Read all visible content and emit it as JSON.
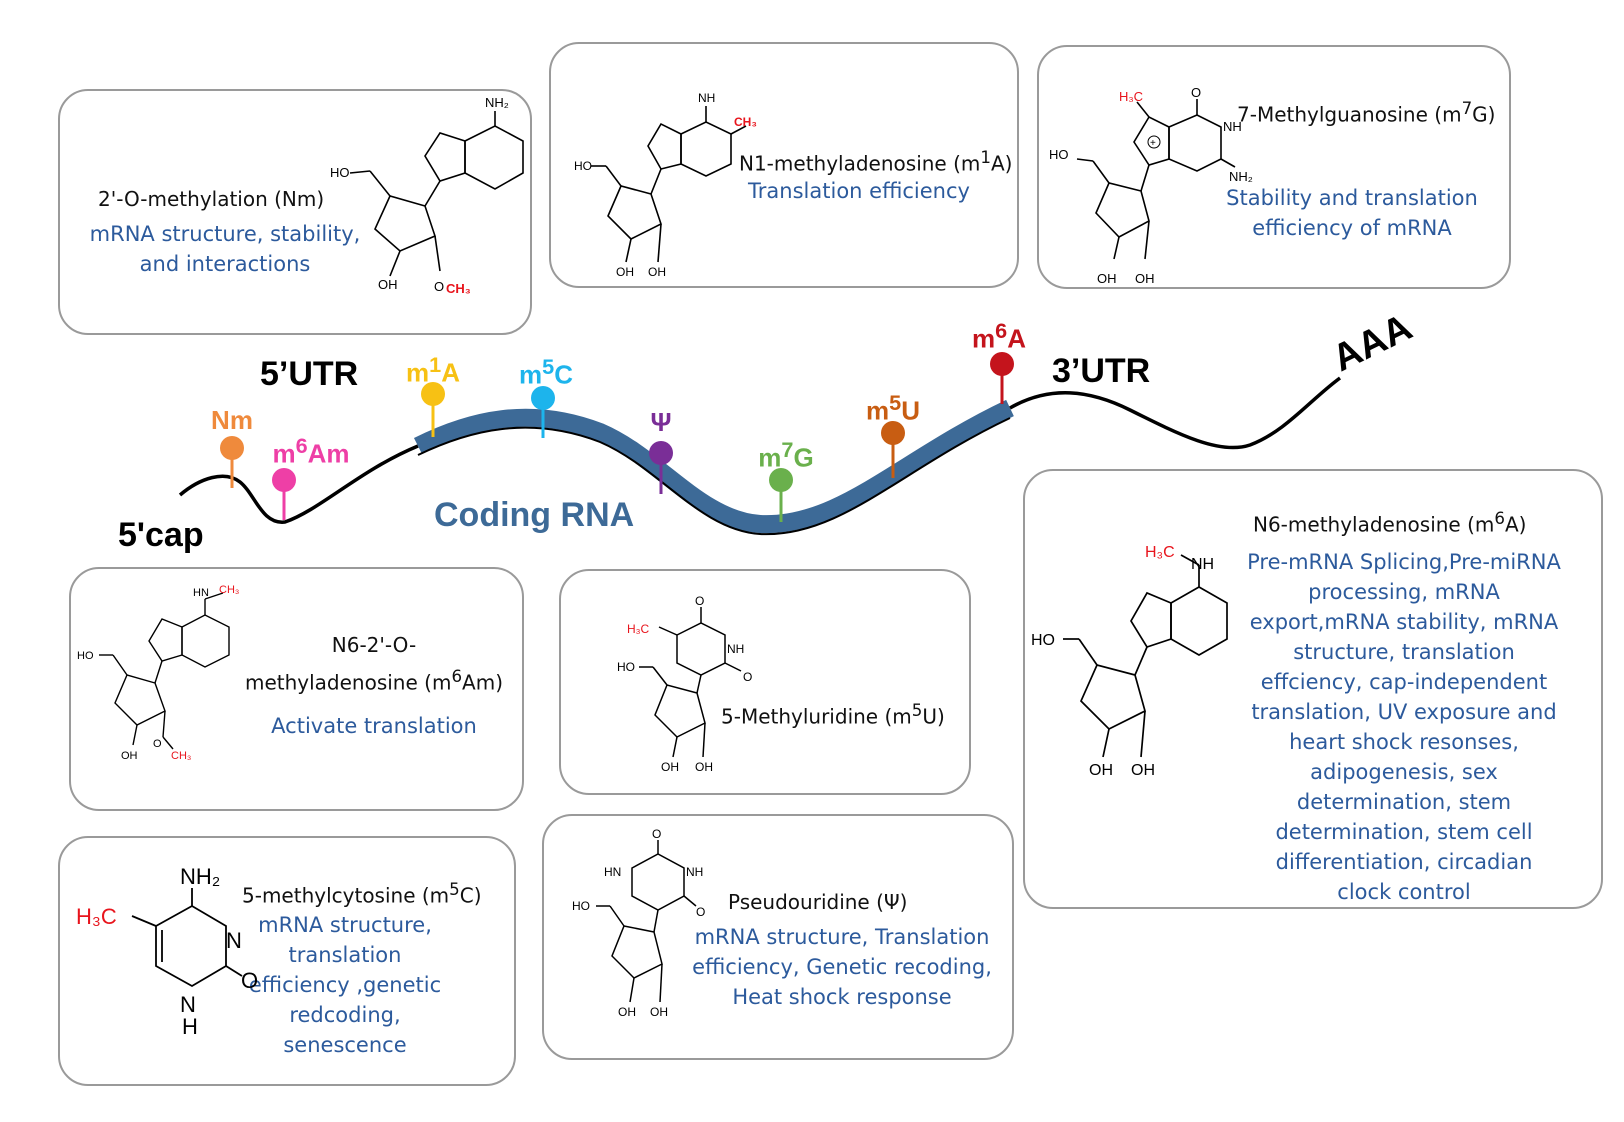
{
  "regions": {
    "cap": "5'cap",
    "utr5": "5’UTR",
    "utr3": "3’UTR",
    "polyA": "AAA",
    "coding": "Coding RNA"
  },
  "markers": [
    {
      "label_html": "Nm",
      "color": "#ef8a3c"
    },
    {
      "label_html": "m<sup>6</sup>Am",
      "color": "#ee3fa6"
    },
    {
      "label_html": "m<sup>1</sup>A",
      "color": "#f7c114"
    },
    {
      "label_html": "m<sup>5</sup>C",
      "color": "#1db4ec"
    },
    {
      "label_html": "Ψ",
      "color": "#7a2e97"
    },
    {
      "label_html": "m<sup>7</sup>G",
      "color": "#6ab04c"
    },
    {
      "label_html": "m<sup>5</sup>U",
      "color": "#c85d12"
    },
    {
      "label_html": "m<sup>6</sup>A",
      "color": "#c4141c"
    }
  ],
  "cards": {
    "nm": {
      "title": "2'-O-methylation (Nm)",
      "desc": [
        "mRNA structure, stability,",
        "and interactions"
      ]
    },
    "m1a": {
      "title_html": "N1-methyladenosine (m<sup>1</sup>A)",
      "desc": [
        "Translation efficiency"
      ]
    },
    "m7g": {
      "title_html": "7-Methylguanosine (m<sup>7</sup>G)",
      "desc": [
        "Stability and translation",
        "efficiency of mRNA"
      ]
    },
    "m6am": {
      "title_html": "N6-2'-O-<br>methyladenosine (m<sup>6</sup>Am)",
      "desc": [
        "Activate translation"
      ]
    },
    "m5u": {
      "title_html": "5-Methyluridine (m<sup>5</sup>U)",
      "desc": []
    },
    "m6a": {
      "title_html": "N6-methyladenosine (m<sup>6</sup>A)",
      "desc": [
        "Pre-mRNA Splicing,Pre-miRNA",
        "processing, mRNA",
        "export,mRNA stability, mRNA",
        "structure, translation",
        "effciency, cap-independent",
        "translation, UV exposure and",
        "heart shock resonses,",
        "adipogenesis, sex",
        "determination, stem",
        "determination, stem cell",
        "differentiation, circadian",
        "clock control"
      ]
    },
    "m5c": {
      "title_html": "5-methylcytosine (m<sup>5</sup>C)",
      "desc": [
        "mRNA structure,",
        "translation",
        "efficiency ,genetic",
        "redcoding,",
        "senescence"
      ]
    },
    "psi": {
      "title": "Pseudouridine (Ψ)",
      "desc": [
        "mRNA structure, Translation",
        "efficiency, Genetic recoding,",
        "Heat shock response"
      ]
    }
  },
  "colors": {
    "card_border": "#9a9a9a",
    "desc_text": "#2c5a9c",
    "coding_band": "#3d6a97",
    "methyl_red": "#e8141c"
  }
}
